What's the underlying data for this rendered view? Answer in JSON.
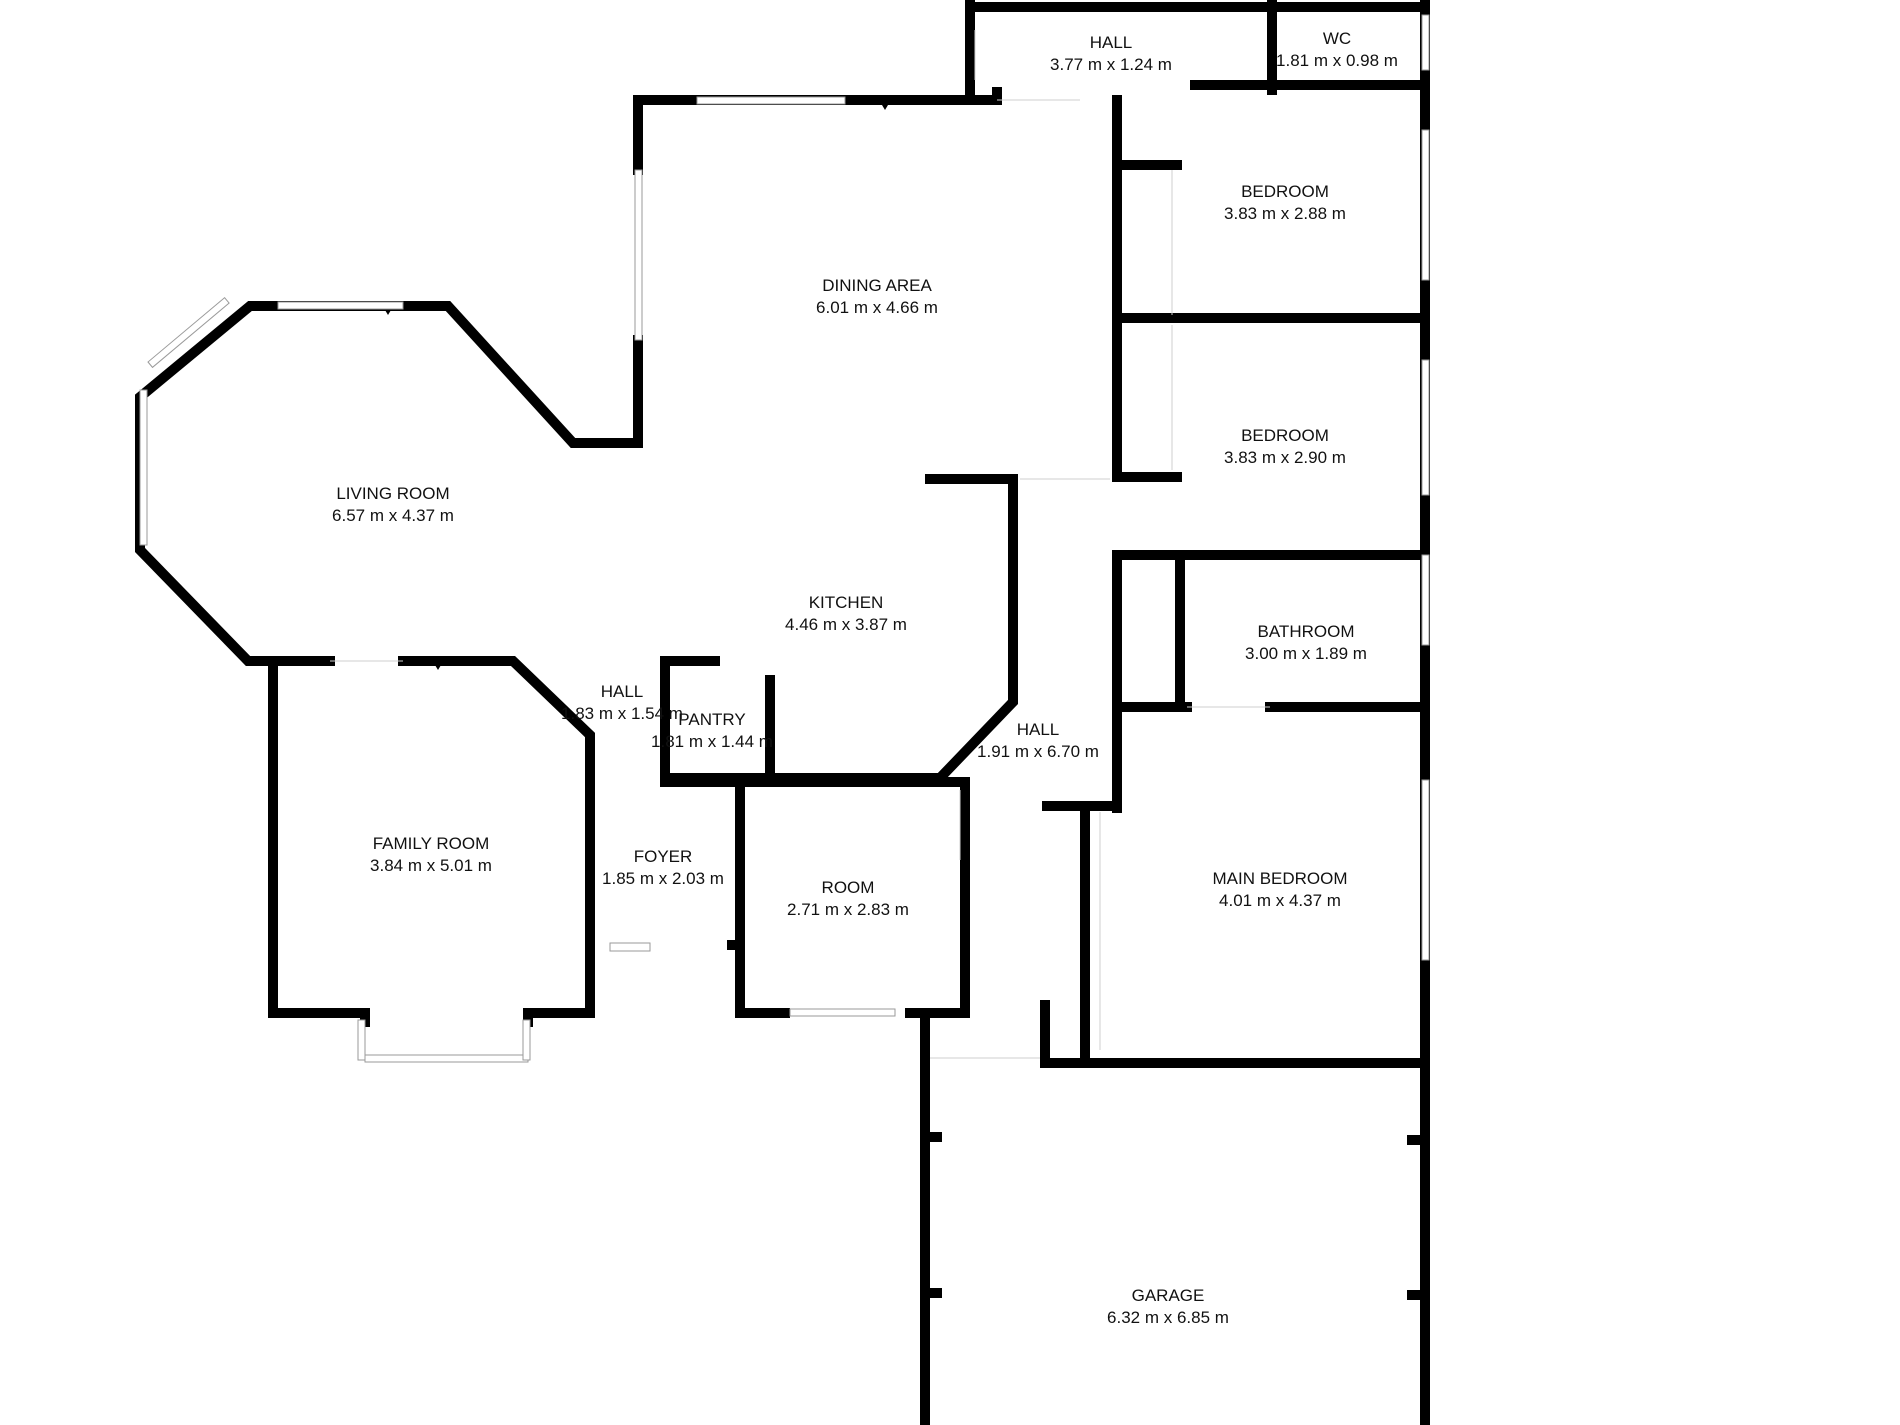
{
  "rooms": [
    {
      "id": "hall_top",
      "name": "HALL",
      "dims": "3.77 m x 1.24 m"
    },
    {
      "id": "wc",
      "name": "WC",
      "dims": "1.81 m x 0.98 m"
    },
    {
      "id": "bedroom_1",
      "name": "BEDROOM",
      "dims": "3.83 m x 2.88 m"
    },
    {
      "id": "dining_area",
      "name": "DINING AREA",
      "dims": "6.01 m x 4.66 m"
    },
    {
      "id": "bedroom_2",
      "name": "BEDROOM",
      "dims": "3.83 m x 2.90 m"
    },
    {
      "id": "living_room",
      "name": "LIVING ROOM",
      "dims": "6.57 m x 4.37 m"
    },
    {
      "id": "kitchen",
      "name": "KITCHEN",
      "dims": "4.46 m x 3.87 m"
    },
    {
      "id": "bathroom",
      "name": "BATHROOM",
      "dims": "3.00 m x 1.89 m"
    },
    {
      "id": "hall_small",
      "name": "HALL",
      "dims": "1.83 m x 1.54 m"
    },
    {
      "id": "pantry",
      "name": "PANTRY",
      "dims": "1.81 m x 1.44 m"
    },
    {
      "id": "hall_long",
      "name": "HALL",
      "dims": "1.91 m x 6.70 m"
    },
    {
      "id": "family_room",
      "name": "FAMILY ROOM",
      "dims": "3.84 m x 5.01 m"
    },
    {
      "id": "foyer",
      "name": "FOYER",
      "dims": "1.85 m x 2.03 m"
    },
    {
      "id": "room",
      "name": "ROOM",
      "dims": "2.71 m x 2.83 m"
    },
    {
      "id": "main_bedroom",
      "name": "MAIN BEDROOM",
      "dims": "4.01 m x 4.37 m"
    },
    {
      "id": "garage",
      "name": "GARAGE",
      "dims": "6.32 m x 6.85 m"
    }
  ]
}
